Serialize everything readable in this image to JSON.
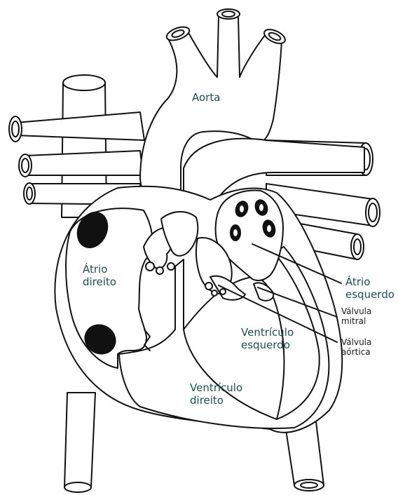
{
  "labels": {
    "aorta": "Aorta",
    "right_atrium": [
      "Átrio",
      "direito"
    ],
    "left_atrium": [
      "Átrio",
      "esquerdo"
    ],
    "mitral_valve": [
      "Válvula",
      "mitral"
    ],
    "aortic_valve": [
      "Válvula",
      "aórtica"
    ],
    "left_ventricle": [
      "Ventrículo",
      "esquerdo"
    ],
    "right_ventricle": [
      "Ventrículo",
      "direito"
    ]
  },
  "colors": {
    "label_teal": "#1f4d4b",
    "label_dark": "#1a1a1a",
    "outline": "#111111",
    "fill": "#ffffff"
  }
}
